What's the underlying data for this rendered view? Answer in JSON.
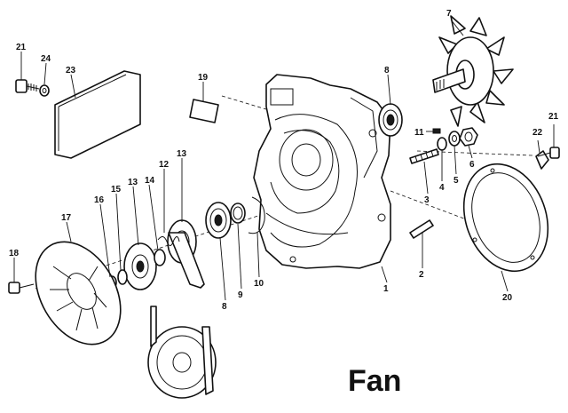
{
  "title": "Fan",
  "callouts": {
    "c1": "1",
    "c2": "2",
    "c3": "3",
    "c4": "4",
    "c5": "5",
    "c6": "6",
    "c7": "7",
    "c8a": "8",
    "c8b": "8",
    "c9": "9",
    "c10": "10",
    "c11": "11",
    "c12": "12",
    "c13a": "13",
    "c13b": "13",
    "c14": "14",
    "c15": "15",
    "c16": "16",
    "c17": "17",
    "c18": "18",
    "c19": "19",
    "c20": "20",
    "c21a": "21",
    "c21b": "21",
    "c22": "22",
    "c23": "23",
    "c24": "24"
  }
}
